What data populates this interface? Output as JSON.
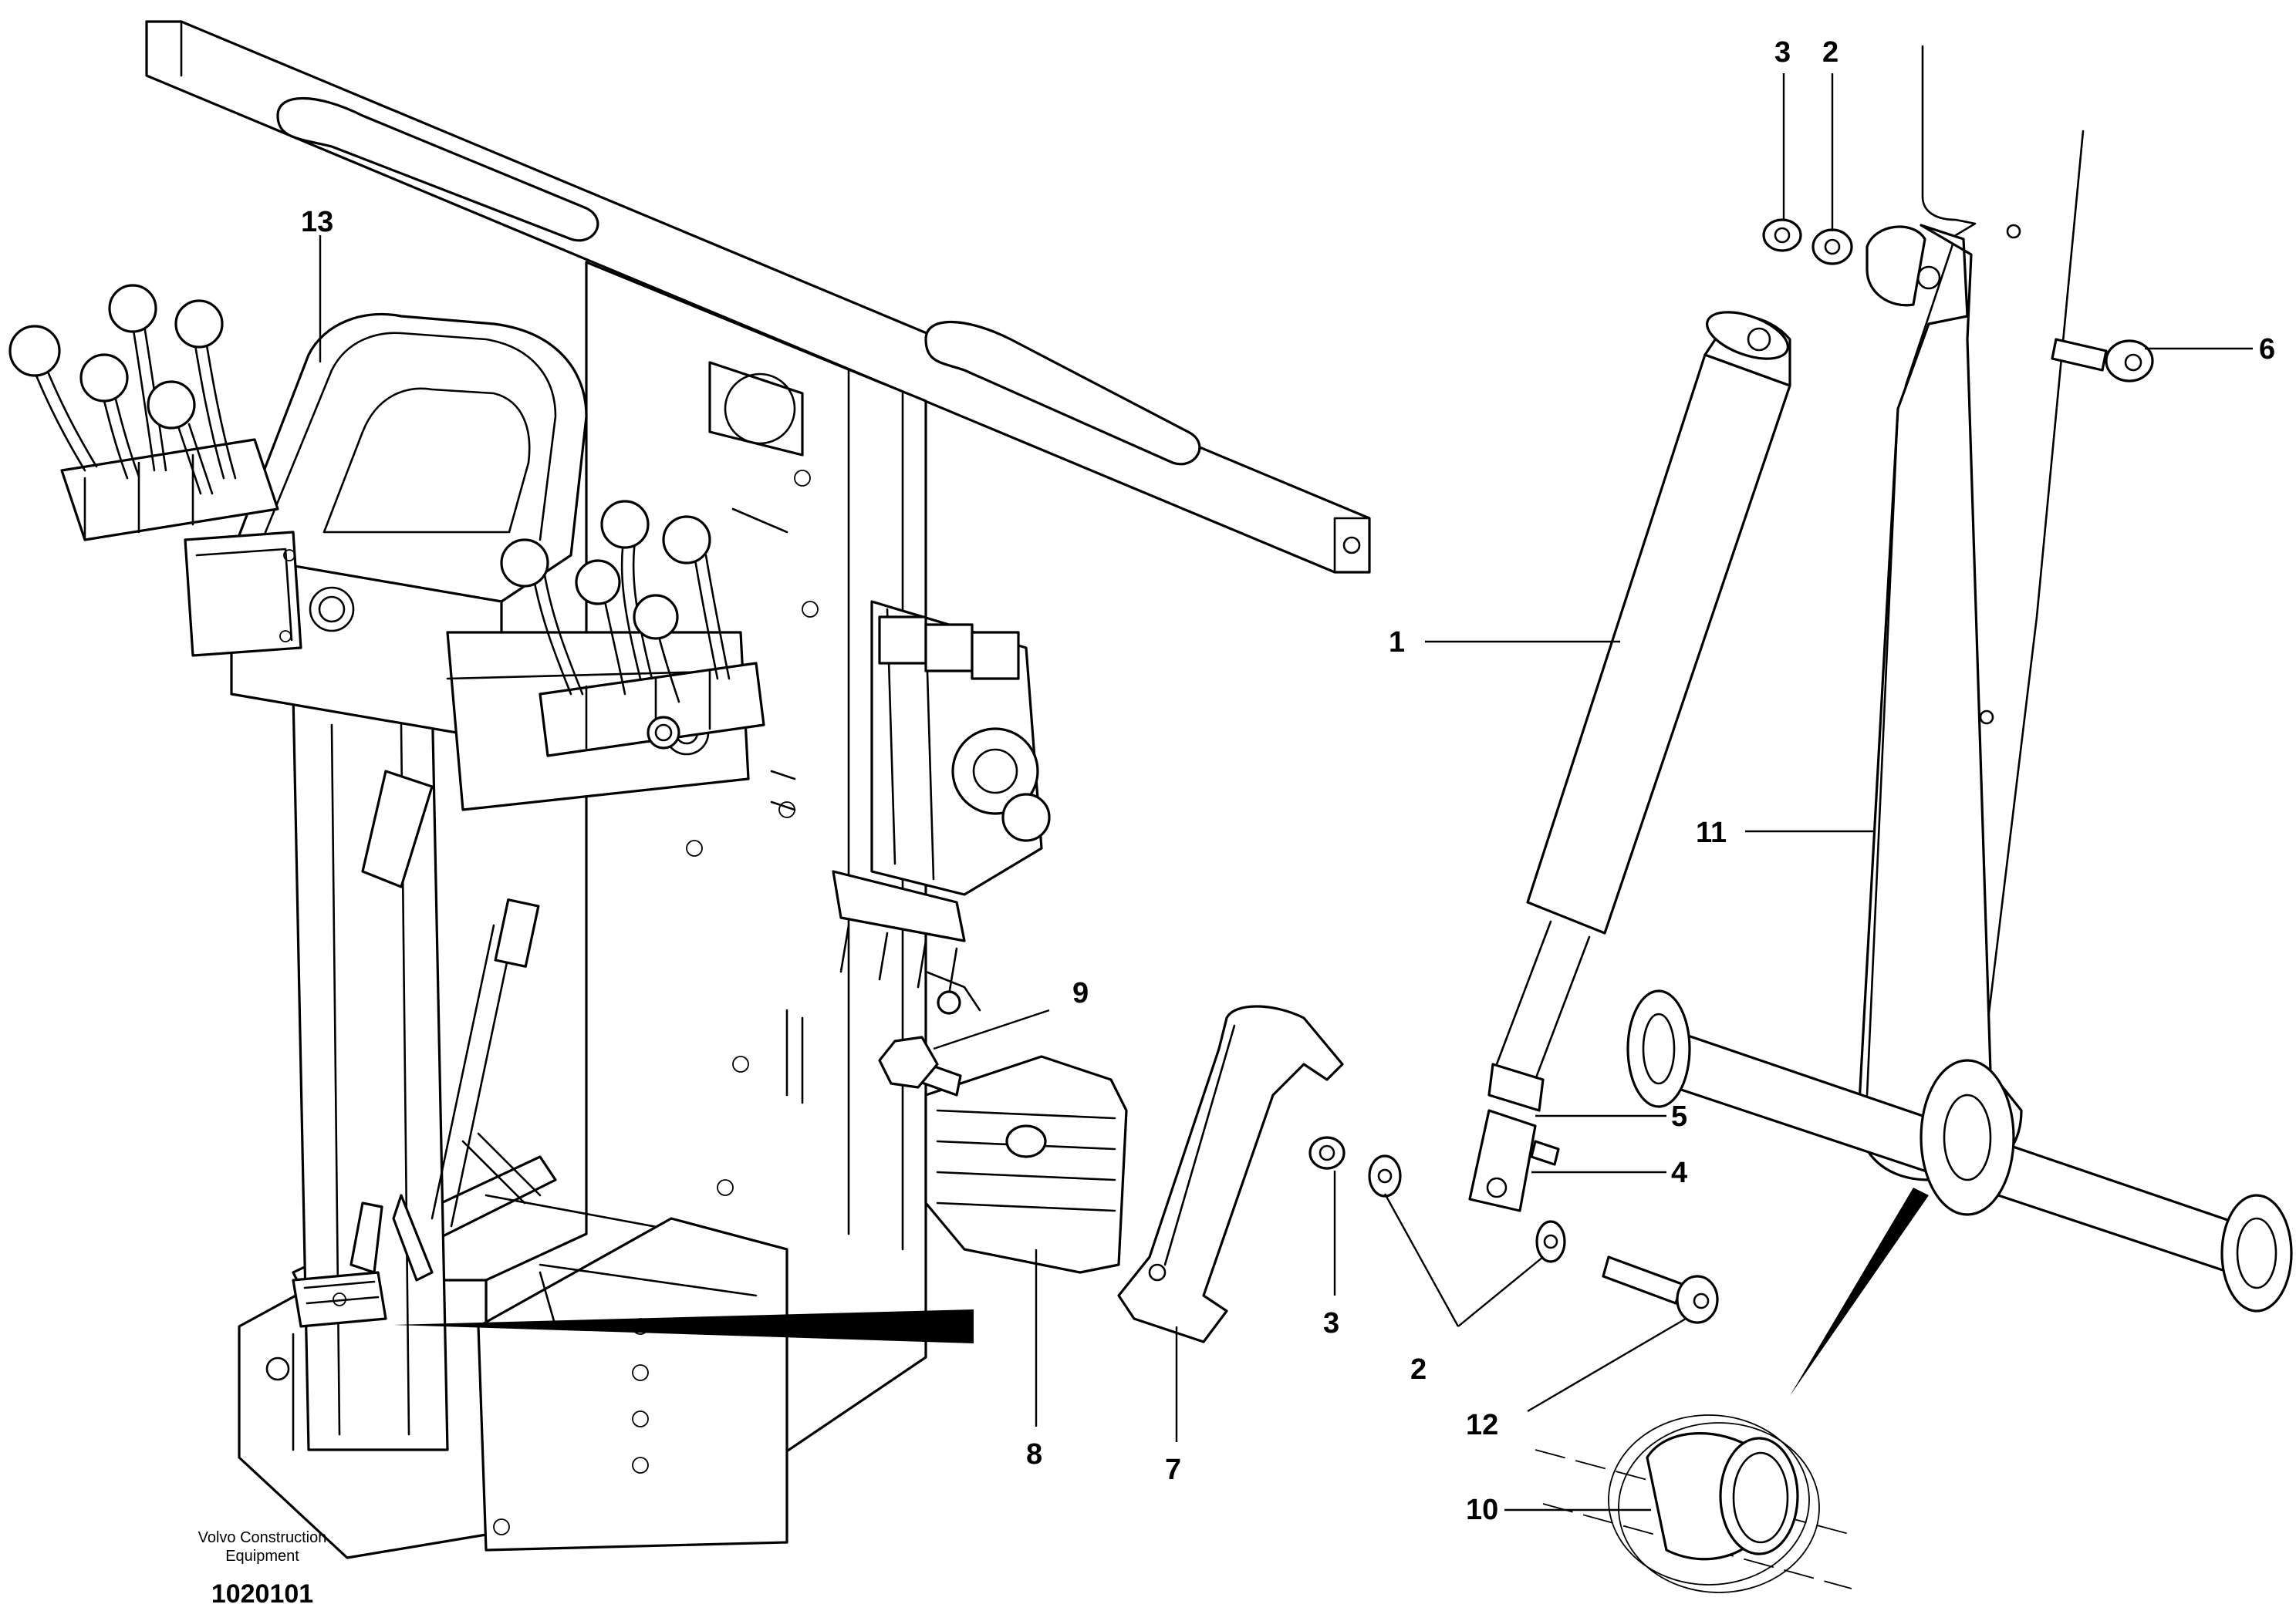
{
  "callouts": {
    "c1": "1",
    "c2_top": "2",
    "c2_bottom": "2",
    "c3_top": "3",
    "c3_bottom": "3",
    "c4": "4",
    "c5": "5",
    "c6": "6",
    "c7": "7",
    "c8": "8",
    "c9": "9",
    "c10": "10",
    "c11": "11",
    "c12": "12",
    "c13": "13"
  },
  "credit": {
    "line1": "Volvo Construction",
    "line2": "Equipment",
    "reference": "1020101"
  }
}
